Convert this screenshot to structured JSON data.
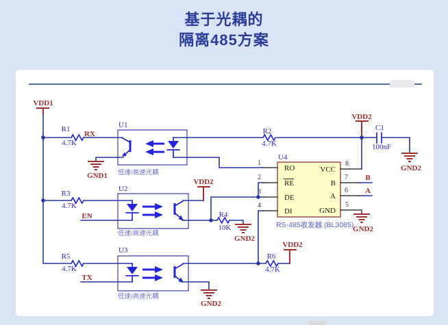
{
  "title": {
    "line1": "基于光耦的",
    "line2": "隔离485方案"
  },
  "colors": {
    "background": "#D9E5F6",
    "card": "#FFFFFF",
    "divider": "#3A5BA0",
    "title_text": "#2B3D9B",
    "wire": "#2333A2",
    "symbol": "#2424D8",
    "net_label": "#A03030",
    "designator": "#2B2BC8",
    "chip_fill": "#FDFDC8",
    "chip_border": "#9A4F4F",
    "note_text": "#7070CC"
  },
  "power": {
    "vdd1": "VDD1",
    "vdd2": "VDD2",
    "gnd1": "GND1",
    "gnd2": "GND2"
  },
  "signals": {
    "rx": "RX",
    "en": "EN",
    "tx": "TX",
    "b": "B",
    "a": "A"
  },
  "resistors": {
    "r1": {
      "ref": "R1",
      "value": "4.7K"
    },
    "r2": {
      "ref": "R2",
      "value": "4.7K"
    },
    "r3": {
      "ref": "R3",
      "value": "4.7K"
    },
    "r4": {
      "ref": "R4",
      "value": "10K"
    },
    "r5": {
      "ref": "R5",
      "value": "4.7K"
    },
    "r6": {
      "ref": "R6",
      "value": "4.7K"
    }
  },
  "capacitor": {
    "ref": "C1",
    "value": "100nF"
  },
  "optocouplers": {
    "u1": {
      "ref": "U1",
      "note": "低速/高速光耦"
    },
    "u2": {
      "ref": "U2",
      "note": "低速/高速光耦"
    },
    "u3": {
      "ref": "U3",
      "note": "低速/高速光耦"
    }
  },
  "transceiver": {
    "ref": "U4",
    "subtitle": "RS-485收发器 (BL3085)",
    "pins_left": [
      {
        "num": "1",
        "label": "RO"
      },
      {
        "num": "2",
        "label": "RE"
      },
      {
        "num": "3",
        "label": "DE"
      },
      {
        "num": "4",
        "label": "DI"
      }
    ],
    "pins_right": [
      {
        "num": "8",
        "label": "VCC"
      },
      {
        "num": "7",
        "label": "B"
      },
      {
        "num": "6",
        "label": "A"
      },
      {
        "num": "5",
        "label": "GND"
      }
    ]
  }
}
